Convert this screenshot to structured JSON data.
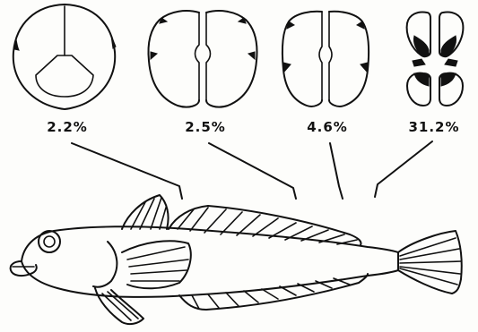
{
  "figure": {
    "sections": [
      {
        "id": "section-1",
        "label": "2.2%"
      },
      {
        "id": "section-2",
        "label": "2.5%"
      },
      {
        "id": "section-3",
        "label": "4.6%"
      },
      {
        "id": "section-4",
        "label": "31.2%"
      }
    ]
  }
}
